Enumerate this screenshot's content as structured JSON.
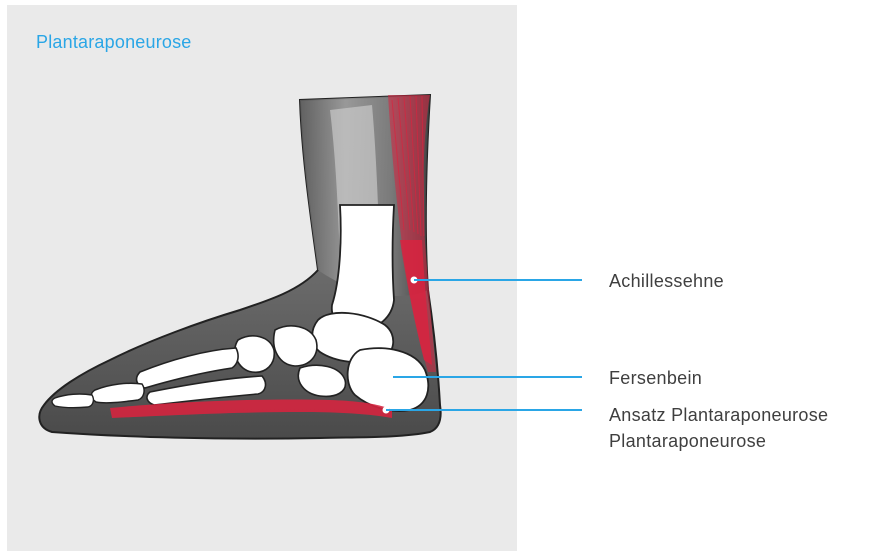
{
  "title": "Plantaraponeurose",
  "labels": {
    "achilles": "Achillessehne",
    "heel_bone": "Fersenbein",
    "insertion": "Ansatz Plantaraponeurose",
    "aponeurosis": "Plantaraponeurose"
  },
  "colors": {
    "accent": "#2aa6e6",
    "tendon": "#d8233f",
    "panel": "#eaeaea",
    "text": "#3f3f3f"
  }
}
